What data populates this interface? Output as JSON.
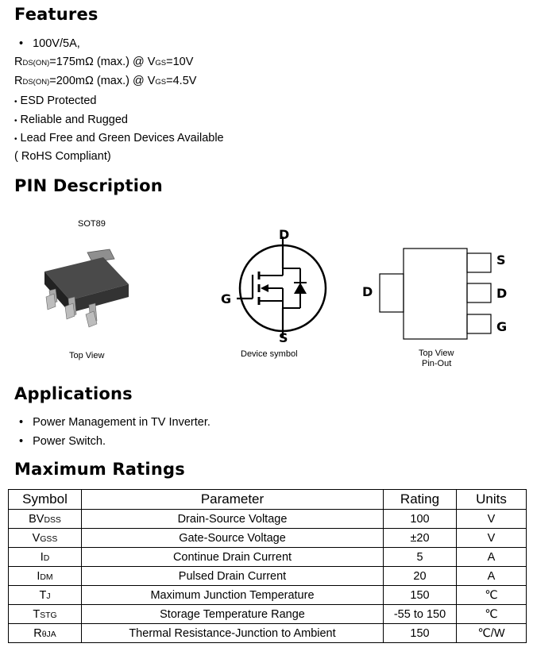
{
  "features": {
    "heading": "Features",
    "bullet": "•",
    "line1": "100V/5A,",
    "rds1": {
      "r": "R",
      "sub": "DS(ON)",
      "rest": "=175mΩ (max.) @ V",
      "sub2": "GS",
      "tail": "=10V"
    },
    "rds2": {
      "r": "R",
      "sub": "DS(ON)",
      "rest": "=200mΩ (max.) @ V",
      "sub2": "GS",
      "tail": "=4.5V"
    },
    "items": [
      "ESD Protected",
      "Reliable and Rugged",
      "Lead Free and Green Devices Available"
    ],
    "rohs": "( RoHS Compliant)"
  },
  "pin": {
    "heading": "PIN Description",
    "package_name": "SOT89",
    "top_view": "Top View",
    "device_symbol": "Device symbol",
    "pinout_caption_1": "Top View",
    "pinout_caption_2": "Pin-Out",
    "sym_d": "D",
    "sym_g": "G",
    "sym_s": "S",
    "pinout_right": [
      "S",
      "D",
      "G"
    ],
    "pinout_left": "D"
  },
  "applications": {
    "heading": "Applications",
    "items": [
      "Power Management in TV Inverter.",
      "Power Switch."
    ]
  },
  "ratings": {
    "heading": "Maximum Ratings",
    "headers": [
      "Symbol",
      "Parameter",
      "Rating",
      "Units"
    ],
    "rows": [
      {
        "sym_main": "BV",
        "sym_sub": "DSS",
        "param": "Drain-Source Voltage",
        "rating": "100",
        "unit": "V"
      },
      {
        "sym_main": "V",
        "sym_sub": "GSS",
        "param": "Gate-Source Voltage",
        "rating": "±20",
        "unit": "V"
      },
      {
        "sym_main": "I",
        "sym_sub": "D",
        "param": "Continue Drain Current",
        "rating": "5",
        "unit": "A"
      },
      {
        "sym_main": "I",
        "sym_sub": "DM",
        "param": "Pulsed Drain Current",
        "rating": "20",
        "unit": "A"
      },
      {
        "sym_main": "T",
        "sym_sub": "J",
        "param": "Maximum Junction Temperature",
        "rating": "150",
        "unit": "℃"
      },
      {
        "sym_main": "T",
        "sym_sub": "STG",
        "param": "Storage Temperature Range",
        "rating": "-55 to 150",
        "unit": "℃"
      },
      {
        "sym_main": "R",
        "sym_sub": "θJA",
        "param": "Thermal Resistance-Junction to Ambient",
        "rating": "150",
        "unit": "℃/W"
      }
    ]
  }
}
